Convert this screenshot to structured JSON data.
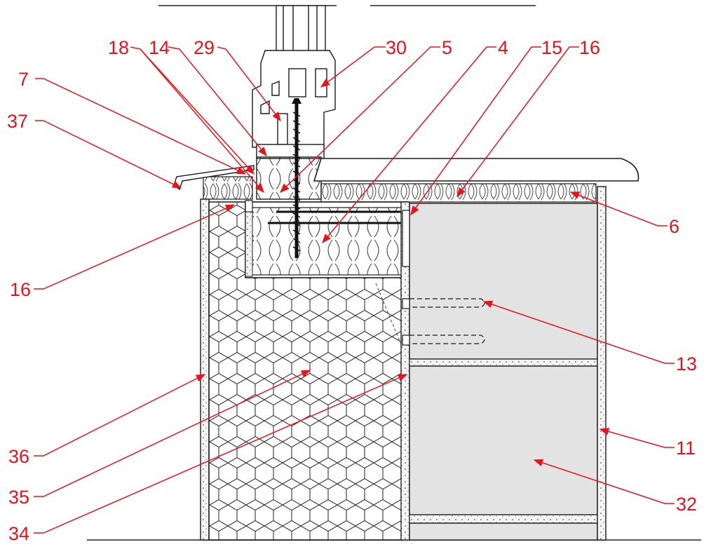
{
  "colors": {
    "callout": "#e8121c",
    "line": "#1a1a1a",
    "insulation_fill": "#ffffff",
    "mineral_wool": "#ffffff",
    "block_fill": "#e3e3e3",
    "render": "#f4f4f4"
  },
  "callouts": [
    {
      "id": "c18",
      "label": "18"
    },
    {
      "id": "c14",
      "label": "14"
    },
    {
      "id": "c29",
      "label": "29"
    },
    {
      "id": "c30",
      "label": "30"
    },
    {
      "id": "c5",
      "label": "5"
    },
    {
      "id": "c4",
      "label": "4"
    },
    {
      "id": "c15",
      "label": "15"
    },
    {
      "id": "c16t",
      "label": "16"
    },
    {
      "id": "c7",
      "label": "7"
    },
    {
      "id": "c37",
      "label": "37"
    },
    {
      "id": "c6",
      "label": "6"
    },
    {
      "id": "c16l",
      "label": "16"
    },
    {
      "id": "c13",
      "label": "13"
    },
    {
      "id": "c36",
      "label": "36"
    },
    {
      "id": "c11",
      "label": "11"
    },
    {
      "id": "c35",
      "label": "35"
    },
    {
      "id": "c32",
      "label": "32"
    },
    {
      "id": "c34",
      "label": "34"
    }
  ]
}
